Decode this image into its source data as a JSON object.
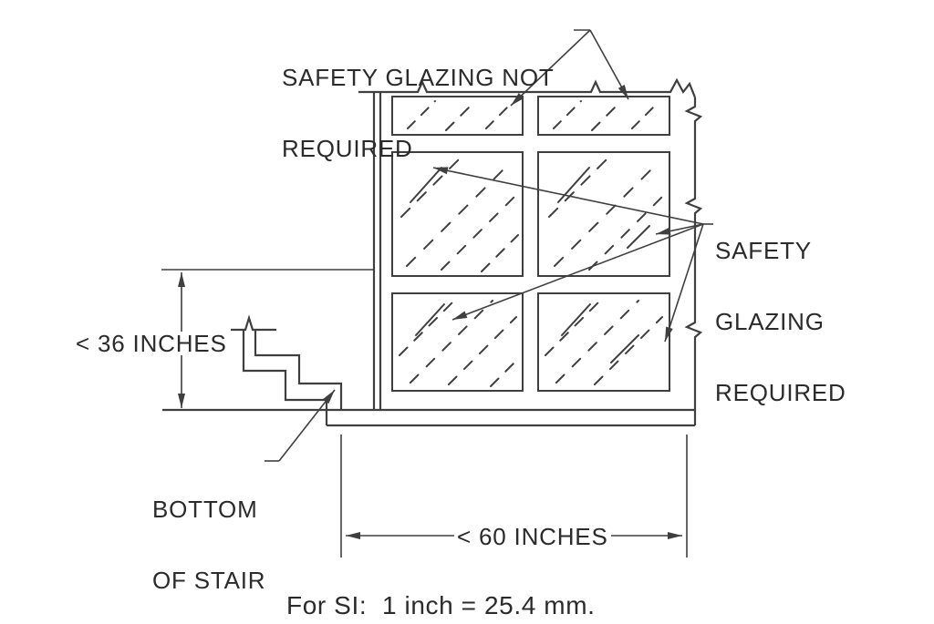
{
  "diagram": {
    "annotations": {
      "glazing_not": {
        "line1": "SAFETY GLAZING NOT",
        "line2": "REQUIRED"
      },
      "glazing_req": {
        "line1": "SAFETY",
        "line2": "GLAZING",
        "line3": "REQUIRED"
      },
      "bottom_of_stair": {
        "line1": "BOTTOM",
        "line2": "OF STAIR"
      },
      "dim_height": "< 36 INCHES",
      "dim_width": "< 60 INCHES",
      "si_note": "For SI:  1 inch = 25.4 mm."
    },
    "colors": {
      "background": "#ffffff",
      "line": "#3f3f3f",
      "text": "#2b2b2b"
    }
  }
}
